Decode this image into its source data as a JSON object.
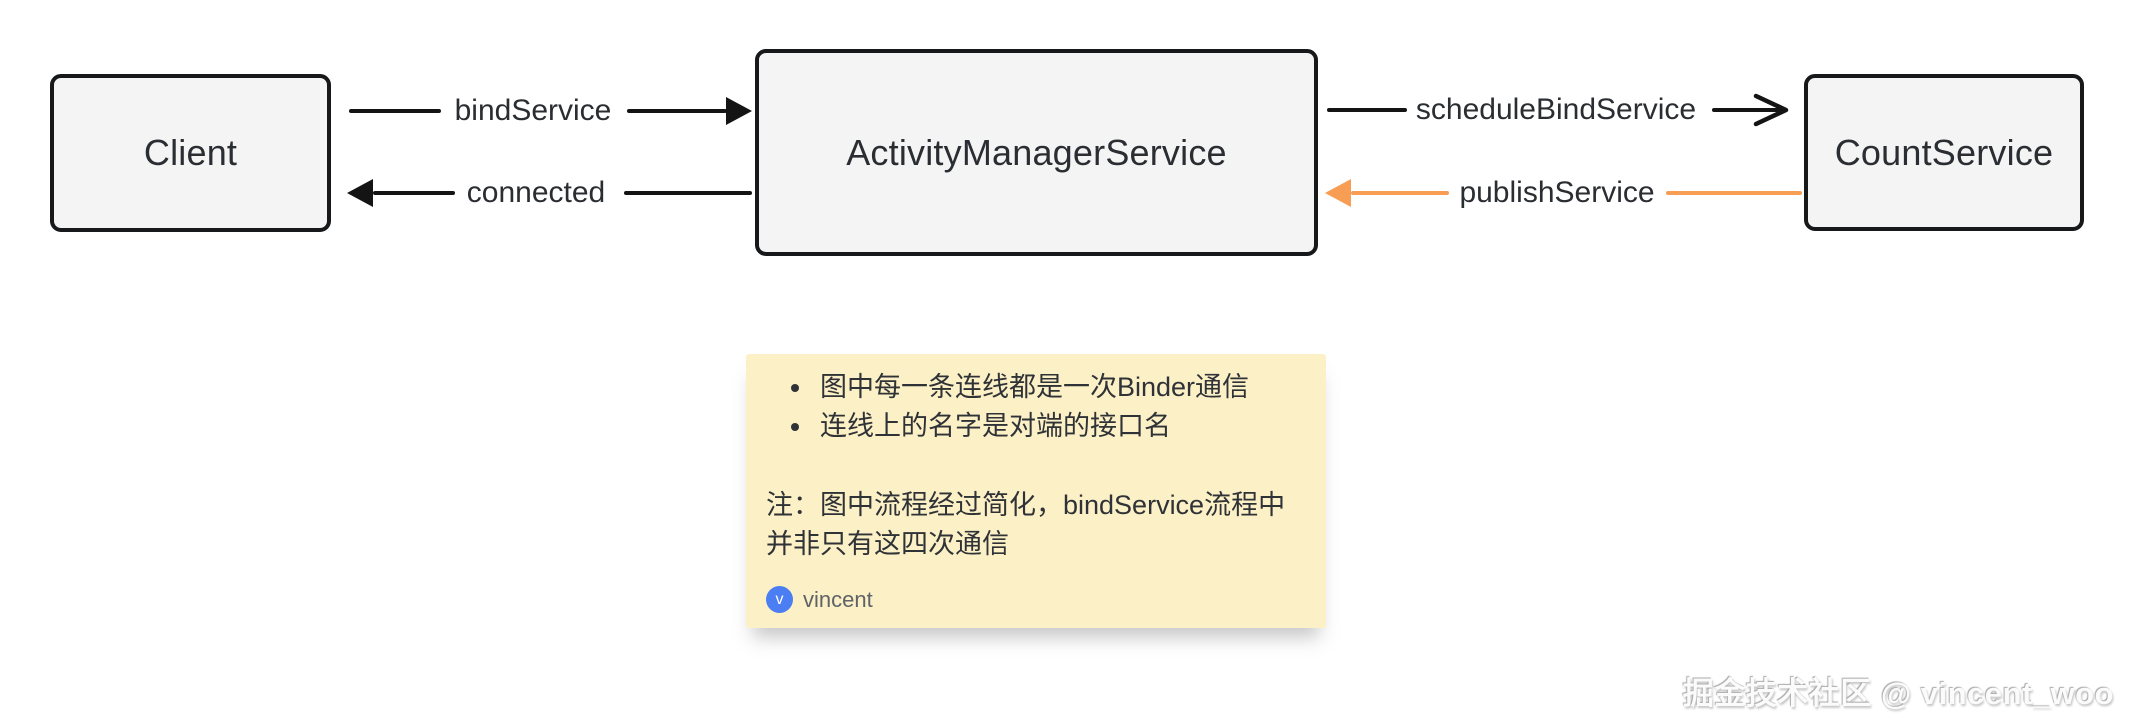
{
  "diagram": {
    "nodes": [
      {
        "id": "client",
        "label": "Client"
      },
      {
        "id": "ams",
        "label": "ActivityManagerService"
      },
      {
        "id": "count",
        "label": "CountService"
      }
    ],
    "edges": [
      {
        "label": "bindService",
        "from": "Client",
        "to": "ActivityManagerService",
        "color": "#141414",
        "direction": "right",
        "head": "filled-triangle"
      },
      {
        "label": "connected",
        "from": "ActivityManagerService",
        "to": "Client",
        "color": "#141414",
        "direction": "left",
        "head": "filled-triangle"
      },
      {
        "label": "scheduleBindService",
        "from": "ActivityManagerService",
        "to": "CountService",
        "color": "#141414",
        "direction": "right",
        "head": "open-chevron"
      },
      {
        "label": "publishService",
        "from": "CountService",
        "to": "ActivityManagerService",
        "color": "#f79e54",
        "direction": "left",
        "head": "filled-triangle"
      }
    ]
  },
  "note": {
    "bullets": [
      "图中每一条连线都是一次Binder通信",
      "连线上的名字是对端的接口名"
    ],
    "remark_lines": [
      "注：图中流程经过简化，bindService流程中",
      "并非只有这四次通信"
    ],
    "author": {
      "avatar_letter": "v",
      "name": "vincent"
    }
  },
  "watermark": "掘金技术社区 @ vincent_woo",
  "colors": {
    "node_background": "#f4f4f5",
    "node_border": "#17181a",
    "edge_black": "#141414",
    "edge_orange": "#f79e54",
    "note_background": "#fcf0c6",
    "avatar_blue": "#4b7ef2"
  }
}
